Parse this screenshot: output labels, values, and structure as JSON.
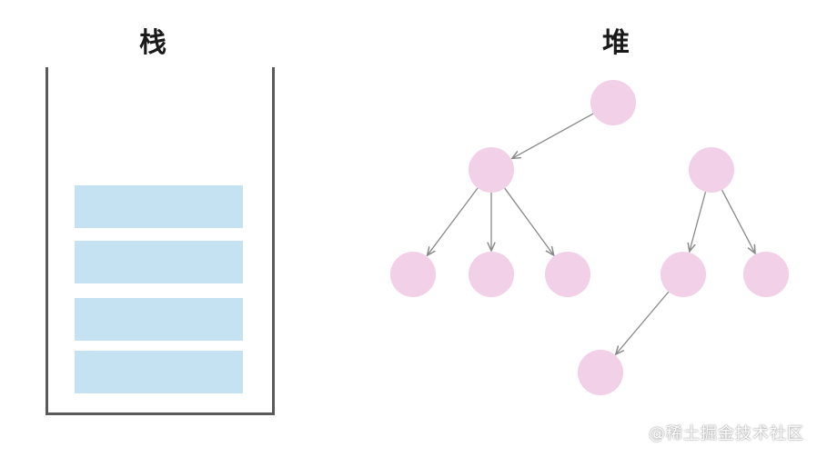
{
  "stack": {
    "title": "栈",
    "frame_count": 4
  },
  "heap": {
    "title": "堆",
    "node_color": "#f2d0e8",
    "edge_color": "#888888",
    "nodes": [
      "root-a",
      "a-child",
      "b-root",
      "leaf-1",
      "leaf-2",
      "leaf-3",
      "b-child-1",
      "b-child-2",
      "b-grandchild"
    ],
    "edges": [
      [
        "root-a",
        "a-child"
      ],
      [
        "a-child",
        "leaf-1"
      ],
      [
        "a-child",
        "leaf-2"
      ],
      [
        "a-child",
        "leaf-3"
      ],
      [
        "b-root",
        "b-child-1"
      ],
      [
        "b-root",
        "b-child-2"
      ],
      [
        "b-child-1",
        "b-grandchild"
      ]
    ]
  },
  "colors": {
    "stack_frame": "#c5e2f2",
    "stack_border": "#5a5a5a"
  },
  "watermark": "@稀土掘金技术社区"
}
